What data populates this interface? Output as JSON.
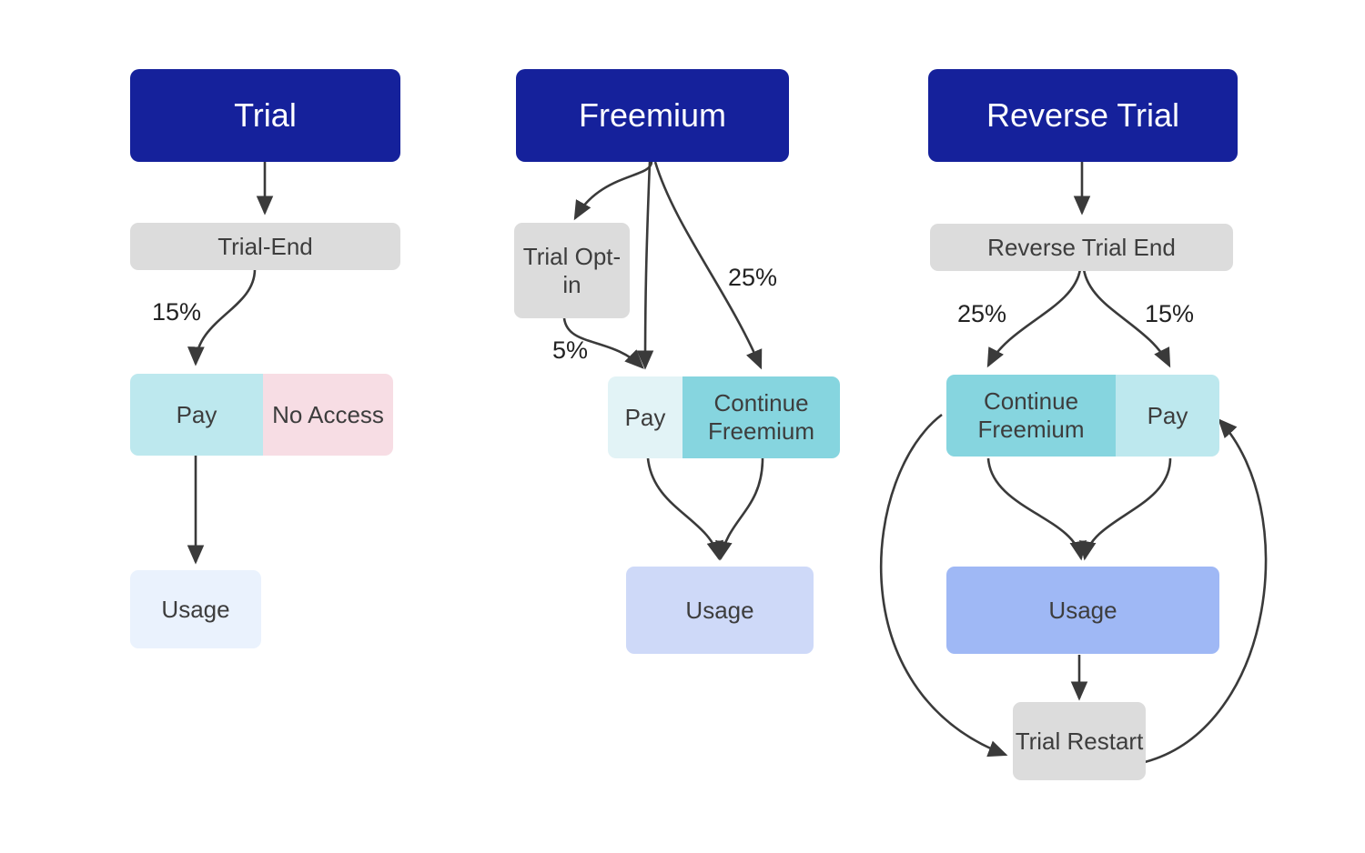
{
  "diagram": {
    "title": "Monetization model flows: Trial, Freemium, Reverse Trial",
    "background_color": "#ffffff",
    "edge_color": "#3a3a3a",
    "colors": {
      "header_navy": "#15219b",
      "gray": "#dcdcdc",
      "cyan_dark": "#86d5df",
      "cyan_mid": "#bde8ee",
      "cyan_pale": "#e2f3f6",
      "pink": "#f7dde4",
      "blue_pale": "#eaf2fd",
      "blue_mid": "#ced9f8",
      "blue_strong": "#9fb8f5",
      "text_dark": "#3d3d3d",
      "text_light": "#ffffff"
    }
  },
  "columns": [
    {
      "id": "trial",
      "header": "Trial",
      "nodes": {
        "trial_end": "Trial-End",
        "pay": "Pay",
        "no_access": "No Access",
        "usage": "Usage"
      },
      "edge_labels": {
        "trial_end_to_pay": "15%"
      }
    },
    {
      "id": "freemium",
      "header": "Freemium",
      "nodes": {
        "trial_opt_in": "Trial Opt-in",
        "pay": "Pay",
        "continue_freemium": "Continue Freemium",
        "usage": "Usage"
      },
      "edge_labels": {
        "opt_in_to_pay": "5%",
        "freemium_to_continue": "25%"
      }
    },
    {
      "id": "reverse_trial",
      "header": "Reverse Trial",
      "nodes": {
        "reverse_trial_end": "Reverse Trial End",
        "continue_freemium": "Continue Freemium",
        "pay": "Pay",
        "usage": "Usage",
        "trial_restart": "Trial Restart"
      },
      "edge_labels": {
        "end_to_continue": "25%",
        "end_to_pay": "15%"
      }
    }
  ]
}
